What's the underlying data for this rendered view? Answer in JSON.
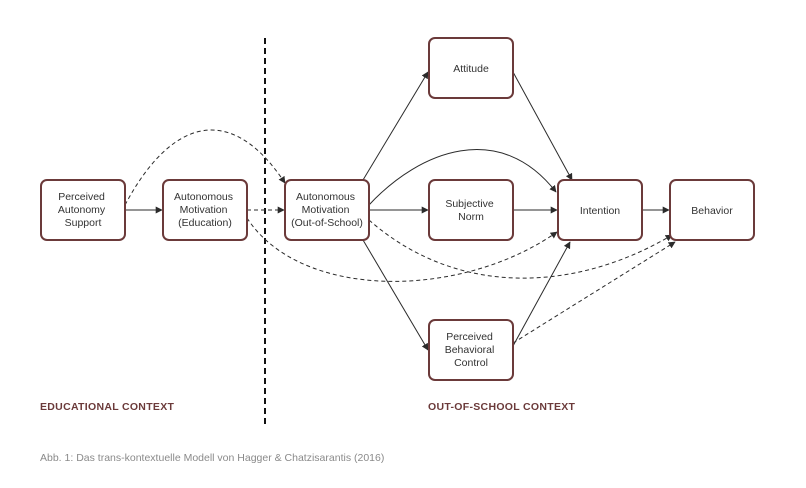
{
  "nodes": {
    "perceived_autonomy_support": [
      "Perceived",
      "Autonomy",
      "Support"
    ],
    "autonomous_motivation_education": [
      "Autonomous",
      "Motivation",
      "(Education)"
    ],
    "autonomous_motivation_out_of_school": [
      "Autonomous",
      "Motivation",
      "(Out-of-School)"
    ],
    "attitude": [
      "Attitude"
    ],
    "subjective_norm": [
      "Subjective",
      "Norm"
    ],
    "perceived_behavioral_control": [
      "Perceived",
      "Behavioral",
      "Control"
    ],
    "intention": [
      "Intention"
    ],
    "behavior": [
      "Behavior"
    ]
  },
  "labels": {
    "educational_context": "EDUCATIONAL CONTEXT",
    "out_of_school_context": "OUT-OF-SCHOOL CONTEXT"
  },
  "caption": "Abb. 1: Das trans-kontextuelle Modell von Hagger & Chatzisarantis (2016)",
  "colors": {
    "box_border": "#6b3a3a",
    "context_label": "#6b3a3a",
    "arrows": "#2b2b2b",
    "caption": "#8a8a8a"
  }
}
